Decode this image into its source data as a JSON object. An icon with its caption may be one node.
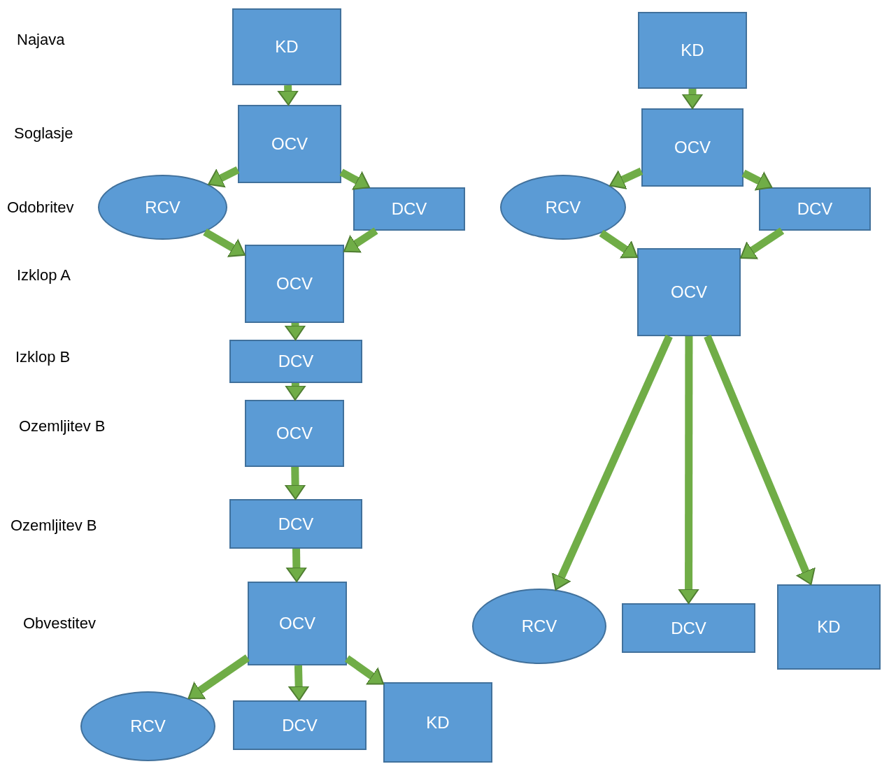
{
  "diagram": {
    "nodes": [
      {
        "text": [
          "KD"
        ]
      },
      {
        "text": [
          "OCV"
        ]
      },
      {
        "text": [
          "RCV"
        ]
      },
      {
        "text": [
          "DCV"
        ]
      },
      {
        "text": [
          "OCV"
        ]
      },
      {
        "text": [
          "DCV"
        ]
      },
      {
        "text": [
          "OCV"
        ]
      },
      {
        "text": [
          "DCV"
        ]
      },
      {
        "text": [
          "OCV"
        ]
      },
      {
        "text": [
          "RCV"
        ]
      },
      {
        "text": [
          "DCV"
        ]
      },
      {
        "text": [
          "KD"
        ]
      },
      {
        "text": [
          "KD"
        ]
      },
      {
        "text": [
          "OCV"
        ]
      },
      {
        "text": [
          "RCV"
        ]
      },
      {
        "text": [
          "DCV"
        ]
      },
      {
        "text": [
          "OCV"
        ]
      },
      {
        "text": [
          "RCV"
        ]
      },
      {
        "text": [
          "DCV"
        ]
      },
      {
        "text": [
          "KD"
        ]
      }
    ],
    "edges": [
      {
        "from": 0,
        "to": 1,
        "arrow": "to"
      },
      {
        "from": 1,
        "to": 2,
        "arrow": "to"
      },
      {
        "from": 1,
        "to": 3,
        "arrow": "to"
      },
      {
        "from": 2,
        "to": 4,
        "arrow": "to"
      },
      {
        "from": 3,
        "to": 4,
        "arrow": "to"
      },
      {
        "from": 4,
        "to": 5,
        "arrow": "to"
      },
      {
        "from": 5,
        "to": 6,
        "arrow": "to"
      },
      {
        "from": 6,
        "to": 7,
        "arrow": "to"
      },
      {
        "from": 7,
        "to": 8,
        "arrow": "to"
      },
      {
        "from": 8,
        "to": 9,
        "arrow": "to"
      },
      {
        "from": 8,
        "to": 10,
        "arrow": "to"
      },
      {
        "from": 8,
        "to": 11,
        "arrow": "to"
      },
      {
        "from": 12,
        "to": 13,
        "arrow": "to"
      },
      {
        "from": 13,
        "to": 14,
        "arrow": "to"
      },
      {
        "from": 13,
        "to": 15,
        "arrow": "to"
      },
      {
        "from": 14,
        "to": 16,
        "arrow": "to"
      },
      {
        "from": 15,
        "to": 16,
        "arrow": "to"
      },
      {
        "from": 16,
        "to": 17,
        "arrow": "to"
      },
      {
        "from": 16,
        "to": 18,
        "arrow": "to"
      },
      {
        "from": 16,
        "to": 19,
        "arrow": "to"
      }
    ],
    "labels": [
      "Najava",
      "Soglasje",
      "Odobritev",
      "Izklop A",
      "Izklop B",
      "Ozemljitev B",
      "Ozemljitev B",
      "Obvestitev"
    ]
  }
}
